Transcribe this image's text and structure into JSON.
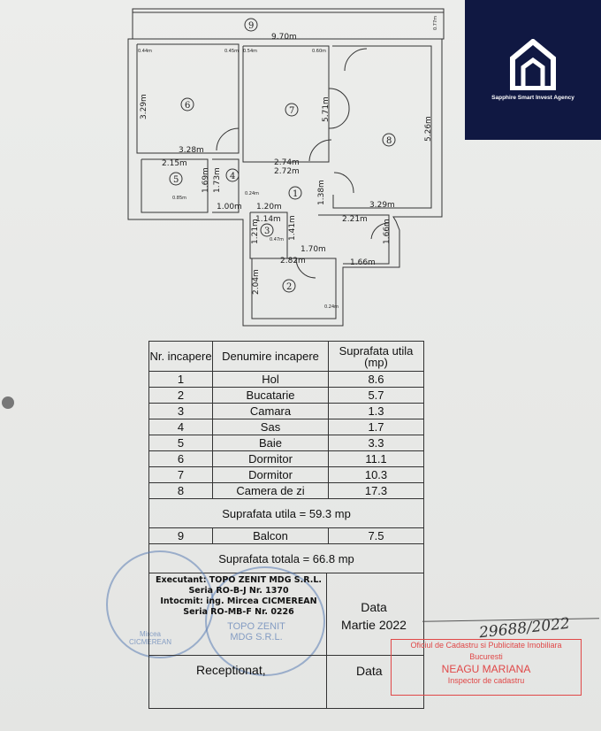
{
  "logo": {
    "agency": "Sapphire Smart Invest Agency",
    "brand_color": "#101842"
  },
  "plan": {
    "rooms": [
      "1",
      "2",
      "3",
      "4",
      "5",
      "6",
      "7",
      "8",
      "9"
    ],
    "dims": [
      "9.70m",
      "3.29m",
      "3.28m",
      "5.71m",
      "5.26m",
      "2.74m",
      "2.72m",
      "2.15m",
      "1.69m",
      "1.73m",
      "1.00m",
      "1.20m",
      "1.38m",
      "3.29m",
      "2.21m",
      "1.14m",
      "1.21m",
      "1.41m",
      "1.70m",
      "2.82m",
      "1.66m",
      "1.66m",
      "2.04m"
    ],
    "small": [
      "0.44m",
      "0.45m",
      "0.54m",
      "0.60m",
      "0.77m",
      "0.85m",
      "0.24m",
      "0.24m",
      "0.47m"
    ]
  },
  "table": {
    "headers": [
      "Nr. incapere",
      "Denumire incapere",
      "Suprafata utila (mp)"
    ],
    "rows": [
      {
        "nr": "1",
        "name": "Hol",
        "area": "8.6"
      },
      {
        "nr": "2",
        "name": "Bucatarie",
        "area": "5.7"
      },
      {
        "nr": "3",
        "name": "Camara",
        "area": "1.3"
      },
      {
        "nr": "4",
        "name": "Sas",
        "area": "1.7"
      },
      {
        "nr": "5",
        "name": "Baie",
        "area": "3.3"
      },
      {
        "nr": "6",
        "name": "Dormitor",
        "area": "11.1"
      },
      {
        "nr": "7",
        "name": "Dormitor",
        "area": "10.3"
      },
      {
        "nr": "8",
        "name": "Camera de zi",
        "area": "17.3"
      }
    ],
    "useful_total": "Suprafata utila = 59.3 mp",
    "balcony": {
      "nr": "9",
      "name": "Balcon",
      "area": "7.5"
    },
    "grand_total": "Suprafata totala = 66.8 mp"
  },
  "footer": {
    "executant": [
      "Executant: TOPO ZENIT MDG S.R.L.",
      "Seria RO-B-J Nr. 1370",
      "Intocmit: ing. Mircea CICMEREAN",
      "Seria RO-MB-F Nr. 0226"
    ],
    "data_label": "Data",
    "data_value": "Martie 2022",
    "receptionat": "Receptionat,",
    "data2_label": "Data",
    "stamp_company": "TOPO ZENIT MDG S.R.L.",
    "stamp_person": "Mircea CICMEREAN",
    "registration": "29688/2022",
    "ocpi": [
      "Oficiul de Cadastru si Publicitate Imobiliara",
      "Bucuresti",
      "NEAGU MARIANA",
      "Inspector de cadastru"
    ]
  }
}
